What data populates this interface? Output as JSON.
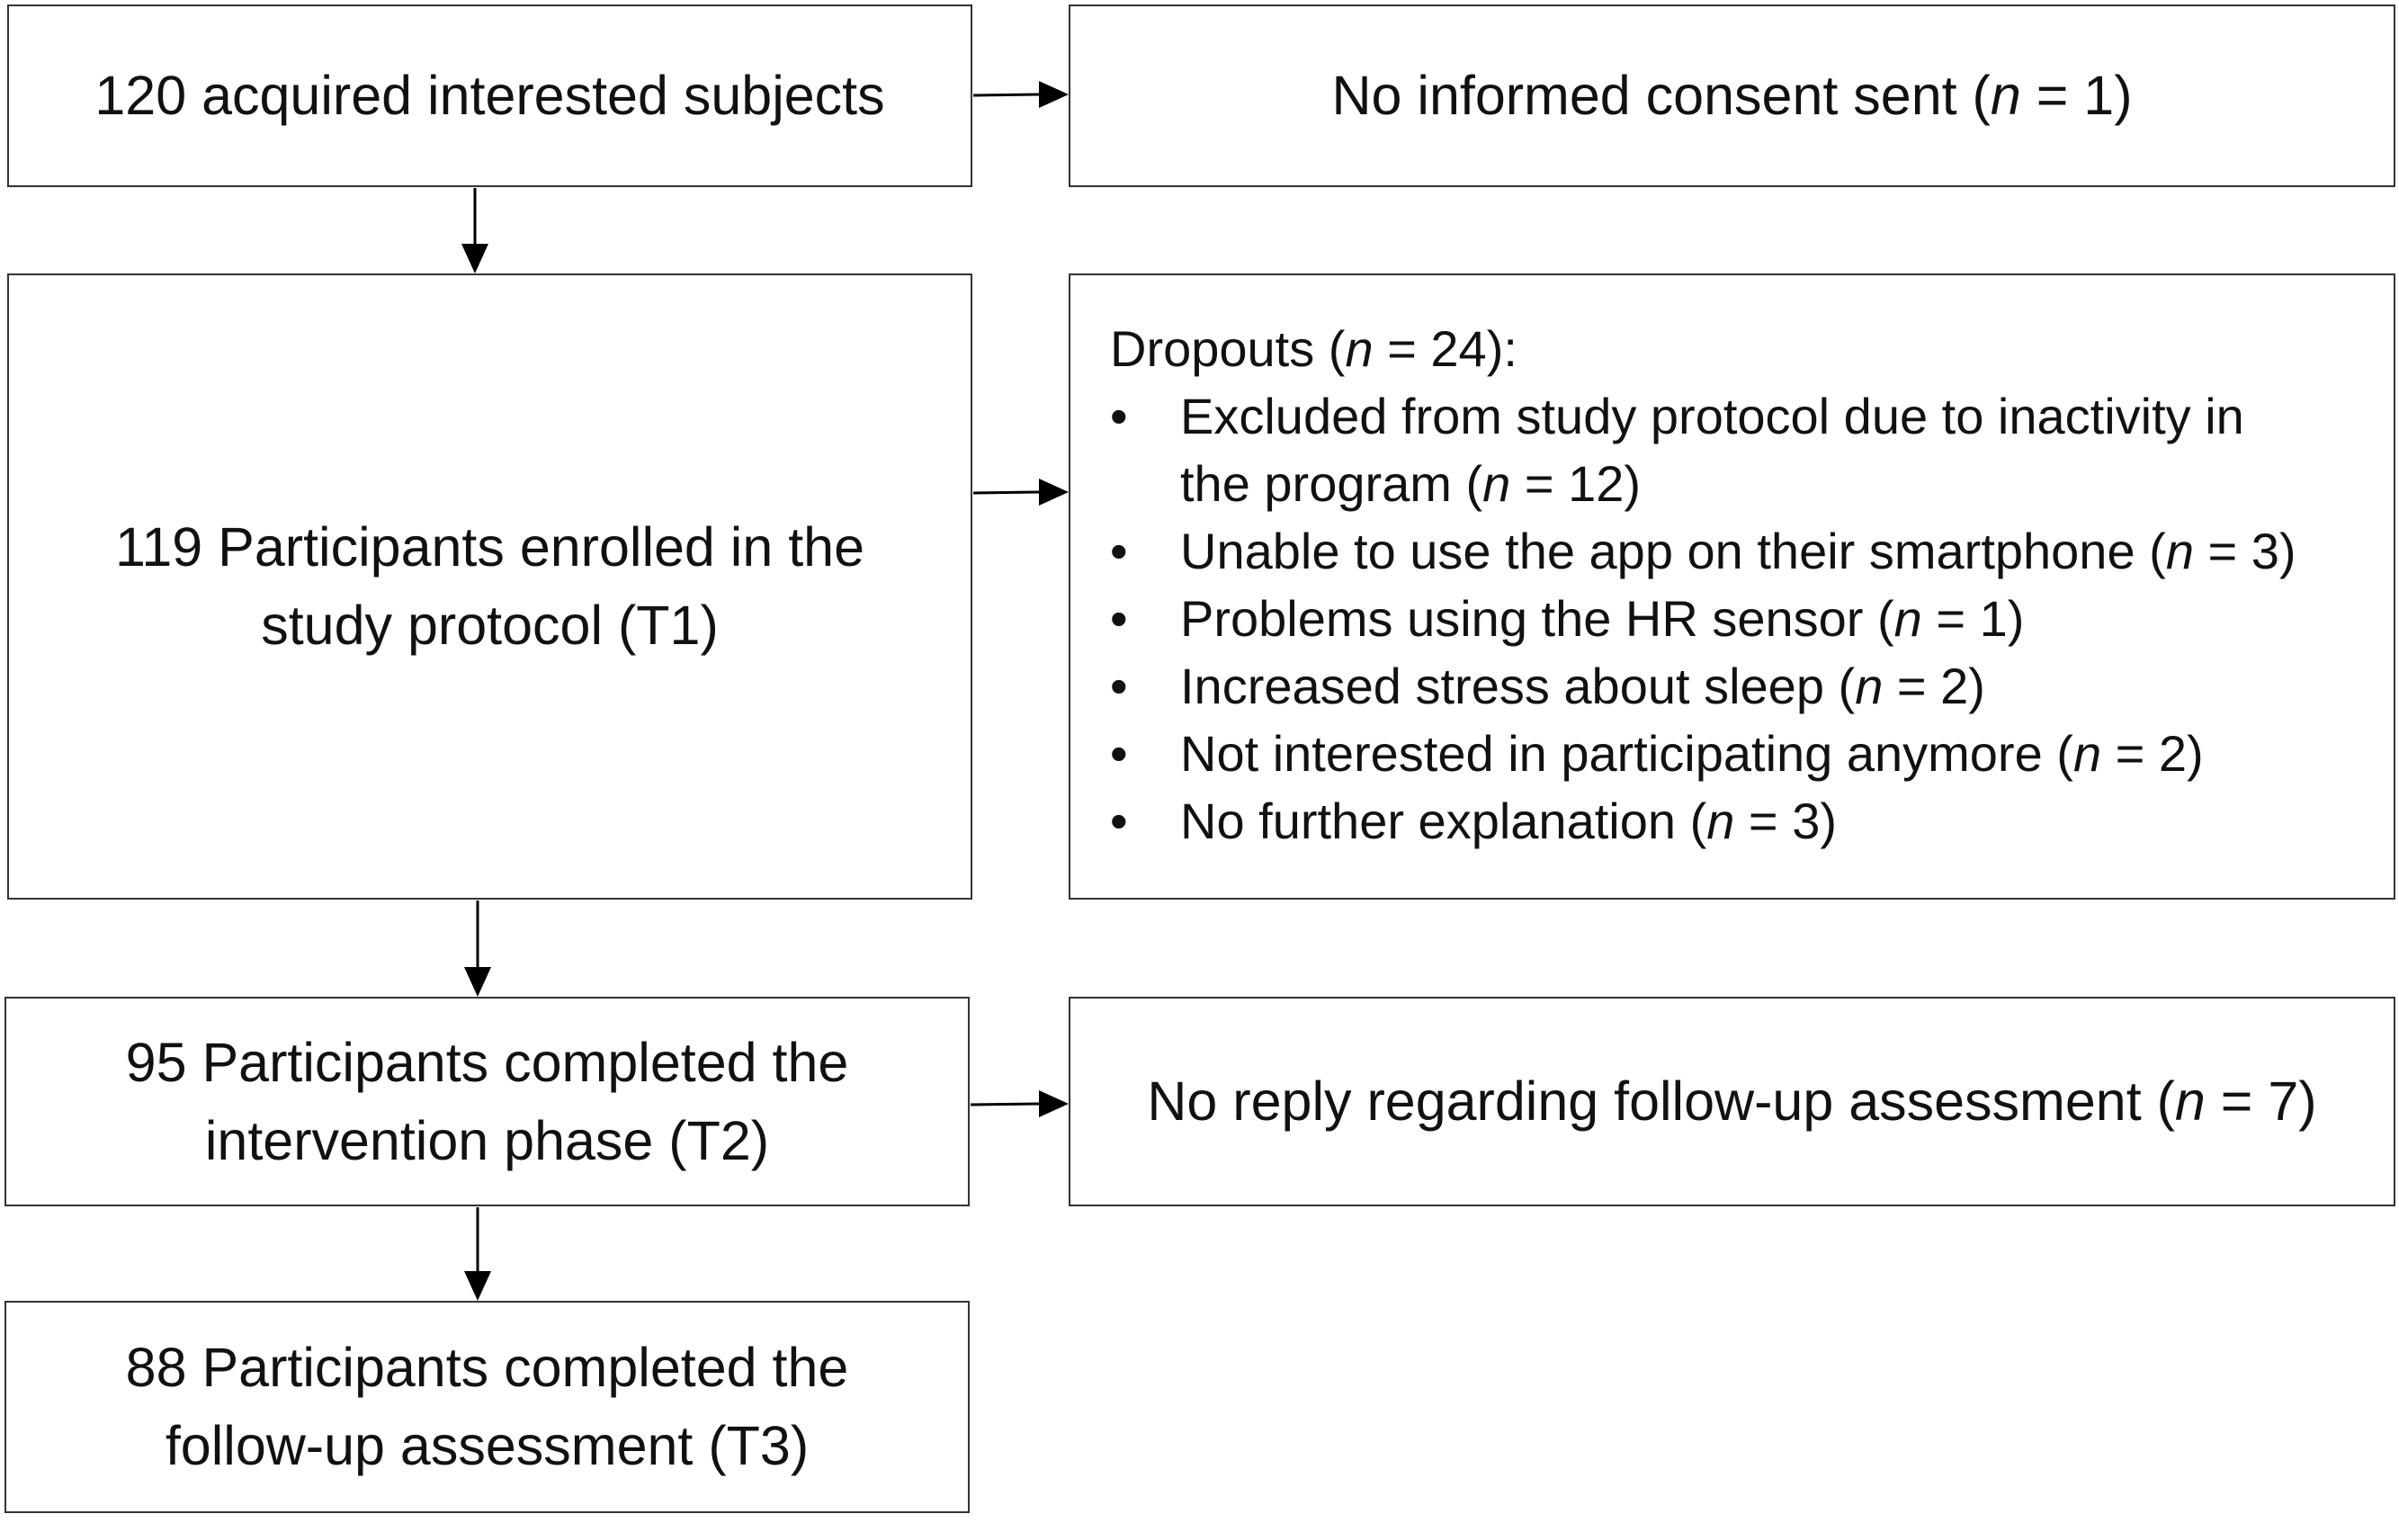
{
  "boxes": {
    "acquired": "120 acquired interested subjects",
    "no_consent_prefix": "No informed consent sent  (",
    "no_consent_n": "n",
    "no_consent_suffix": " = 1)",
    "enrolled_line1": "119 Participants enrolled in the",
    "enrolled_line2": "study protocol (T1)",
    "dropouts_prefix": "Dropouts (",
    "dropouts_n": "n",
    "dropouts_suffix": " = 24):",
    "dropout_reasons": [
      {
        "text": "Excluded from study protocol due to inactivity in the program (",
        "n": "n",
        "suffix": " = 12)"
      },
      {
        "text": "Unable to use the app on their smartphone (",
        "n": "n",
        "suffix": " = 3)"
      },
      {
        "text": "Problems using the HR sensor (",
        "n": "n",
        "suffix": " = 1)"
      },
      {
        "text": "Increased stress about sleep (",
        "n": "n",
        "suffix": " = 2)"
      },
      {
        "text": "Not interested in participating anymore (",
        "n": "n",
        "suffix": " = 2)"
      },
      {
        "text": "No further explanation (",
        "n": "n",
        "suffix": " = 3)"
      }
    ],
    "intervention_line1": "95 Participants completed the",
    "intervention_line2": "intervention phase (T2)",
    "no_reply_prefix": "No reply regarding follow-up assessment (",
    "no_reply_n": "n",
    "no_reply_suffix": " = 7)",
    "followup_line1": "88 Participants completed the",
    "followup_line2": "follow-up assessment (T3)"
  },
  "colors": {
    "border": "#333333",
    "text": "#111111",
    "arrow": "#000000"
  }
}
